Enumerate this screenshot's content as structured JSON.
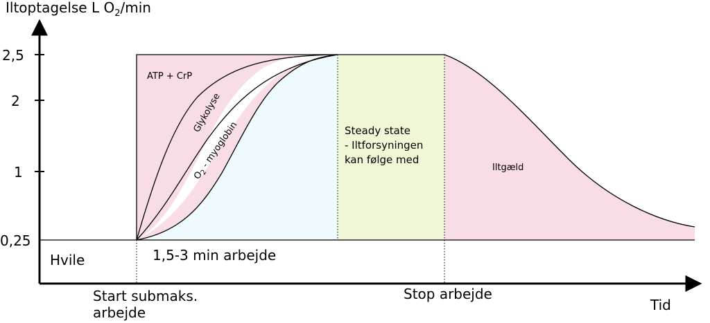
{
  "y_axis": {
    "title_main": "Iltoptagelse L O",
    "title_sub": "2",
    "title_tail": "/min",
    "ticks": [
      "2,5",
      "2",
      "1",
      "0,25"
    ]
  },
  "x_axis": {
    "title": "Tid"
  },
  "regions": {
    "atp": "ATP + CrP",
    "glykolyse": "Glykolyse",
    "o2_main": "O",
    "o2_sub": "2",
    "o2_tail": " - myoglobin",
    "steady_line1": "Steady state",
    "steady_line2": "- Iltforsyningen",
    "steady_line3": "kan følge med",
    "iltgaeld": "Iltgæld"
  },
  "labels": {
    "hvile": "Hvile",
    "work_duration": "1,5-3 min arbejde",
    "start_line1": "Start submaks.",
    "start_line2": "arbejde",
    "stop": "Stop arbejde"
  },
  "colors": {
    "pink": "#f8dde6",
    "light_blue": "#eefafd",
    "light_green": "#f0f7d6",
    "line": "#000000"
  }
}
